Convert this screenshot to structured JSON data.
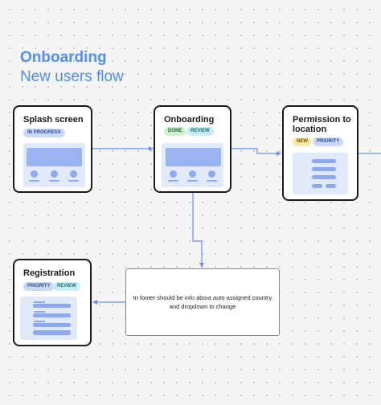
{
  "header": {
    "title": "Onboarding",
    "subtitle": "New users flow"
  },
  "cards": {
    "splash": {
      "title": "Splash screen",
      "badges": [
        "IN PROGRESS"
      ]
    },
    "onboarding": {
      "title": "Onboarding",
      "badges": [
        "DONE",
        "REVIEW"
      ]
    },
    "permission": {
      "title": "Permission to location",
      "badges": [
        "NEW",
        "PRIORITY"
      ]
    },
    "registration": {
      "title": "Registration",
      "badges": [
        "PRIORITY",
        "REVIEW"
      ]
    }
  },
  "note": {
    "text": "In footer should be info about auto assigned country and dropdown to change"
  },
  "colors": {
    "accent": "#4f8ef2",
    "connector": "#6b8ff0",
    "wireframe": "#8fa9f1"
  }
}
